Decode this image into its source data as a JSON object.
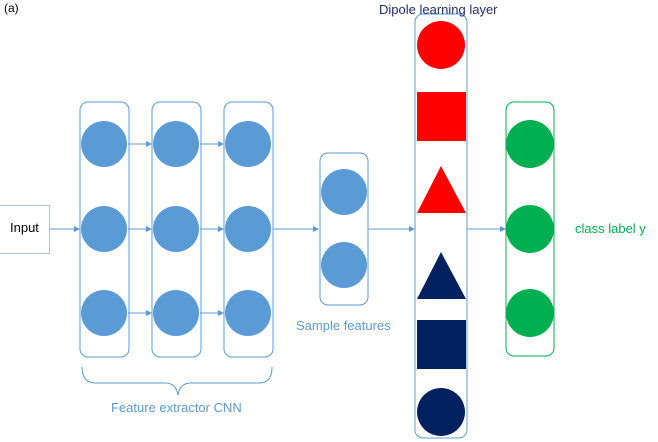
{
  "panel_label": "(a)",
  "input_label": "Input",
  "cnn_label": "Feature extractor CNN",
  "sample_label": "Sample features",
  "dipole_title": "Dipole learning layer",
  "output_label": "class label y",
  "colors": {
    "node_blue": "#5b9bd5",
    "box_border": "#5b9bd5",
    "arrow": "#5b9bd5",
    "label_blue": "#5b9bd5",
    "red": "#ff0000",
    "navy": "#002060",
    "green": "#00b050",
    "output_box_border": "#00b050",
    "dipole_title": "#1f2f6b"
  },
  "icons": {
    "dipole_shapes": [
      "red-circle-icon",
      "red-square-icon",
      "red-triangle-icon",
      "navy-triangle-icon",
      "navy-square-icon",
      "navy-circle-icon"
    ]
  }
}
